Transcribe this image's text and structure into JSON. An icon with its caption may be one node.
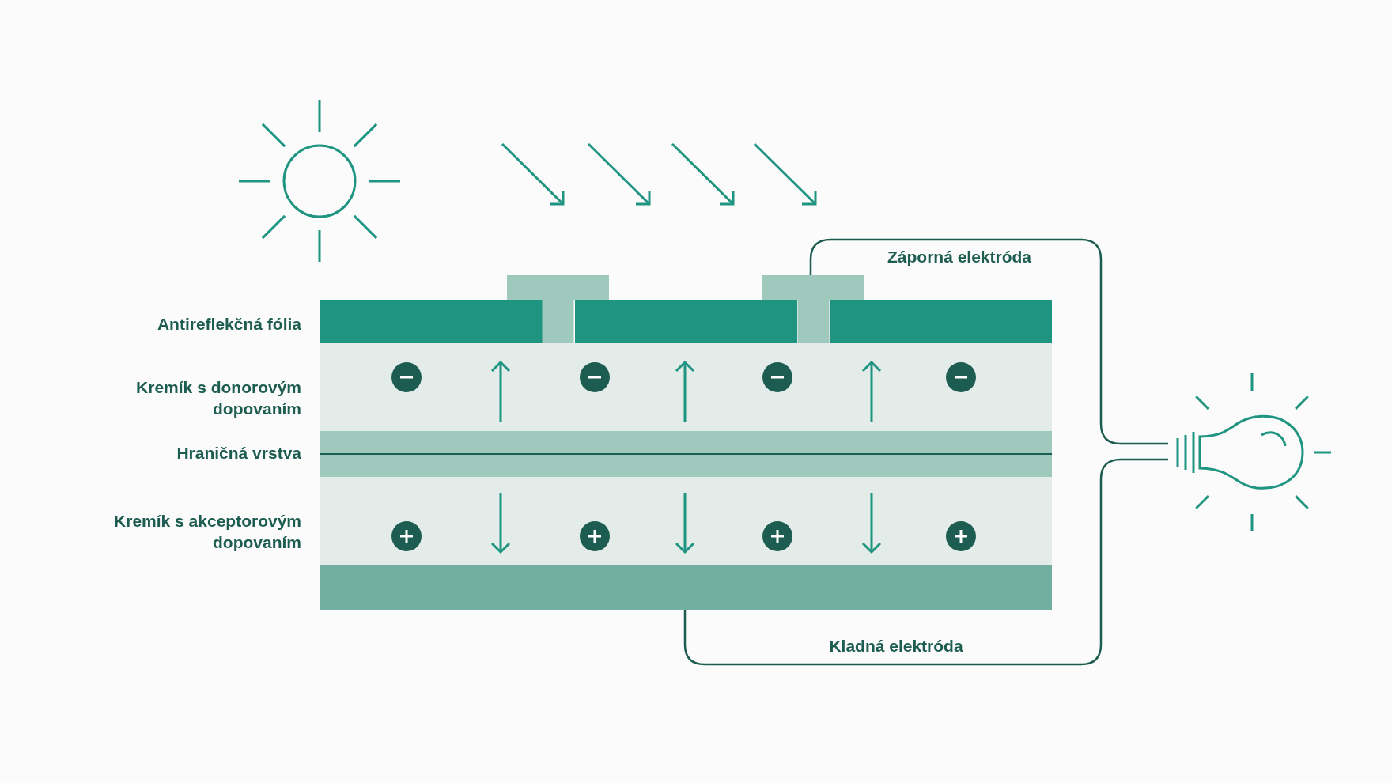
{
  "diagram": {
    "nodes": [
      {
        "text": [],
        "shape": "box"
      },
      {
        "text": [],
        "shape": "box"
      },
      {
        "text": [],
        "shape": "bulb"
      },
      {
        "text": [],
        "shape": "bar"
      }
    ],
    "edges": [
      {
        "from": 1,
        "to": 2,
        "arrow": "none",
        "label": "Záporná elektróda"
      },
      {
        "from": 3,
        "to": 2,
        "arrow": "none",
        "label": "Kladná elektróda"
      }
    ],
    "labels": [
      "Antireflekčná fólia",
      "Kremík s donorovým dopovaním",
      "Hraničná vrstva",
      "Kremík s akceptorovým dopovaním"
    ]
  }
}
